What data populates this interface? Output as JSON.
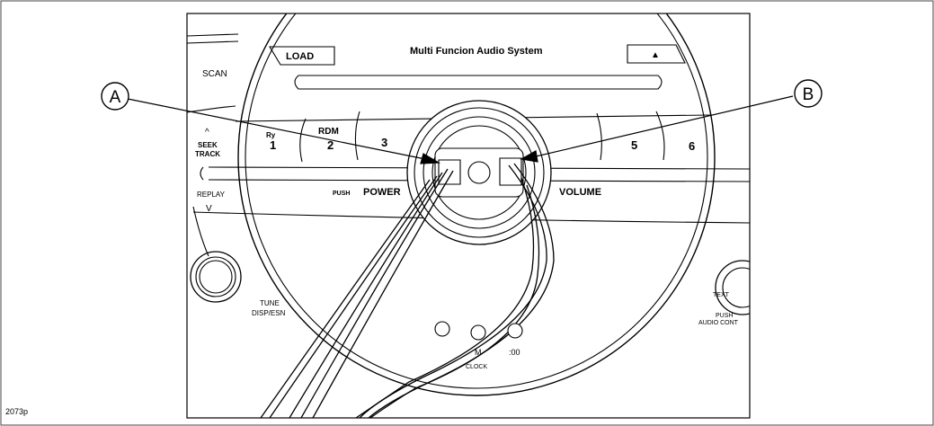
{
  "figure_id": "2073p",
  "callouts": {
    "a": "A",
    "b": "B"
  },
  "unit_title": "Multi Funcion Audio System",
  "buttons": {
    "load": "LOAD",
    "eject": "▲",
    "scan": "SCAN",
    "seek_up": "^",
    "seek": "SEEK",
    "track": "TRACK",
    "replay": "REPLAY",
    "seek_down": "V",
    "preset_1": "1",
    "preset_2": "2",
    "preset_3": "3",
    "preset_5": "5",
    "preset_6": "6",
    "preset_1_top": "Ry",
    "preset_2_top": "RDM"
  },
  "labels": {
    "push": "PUSH",
    "power": "POWER",
    "volume": "VOLUME",
    "tune": "TUNE",
    "disp_esn": "DISP/ESN",
    "text": "TEXT",
    "push_right": "PUSH",
    "audio_cont": "AUDIO CONT",
    "clock_m": "M",
    "clock_00": ":00",
    "clock": "CLOCK"
  }
}
